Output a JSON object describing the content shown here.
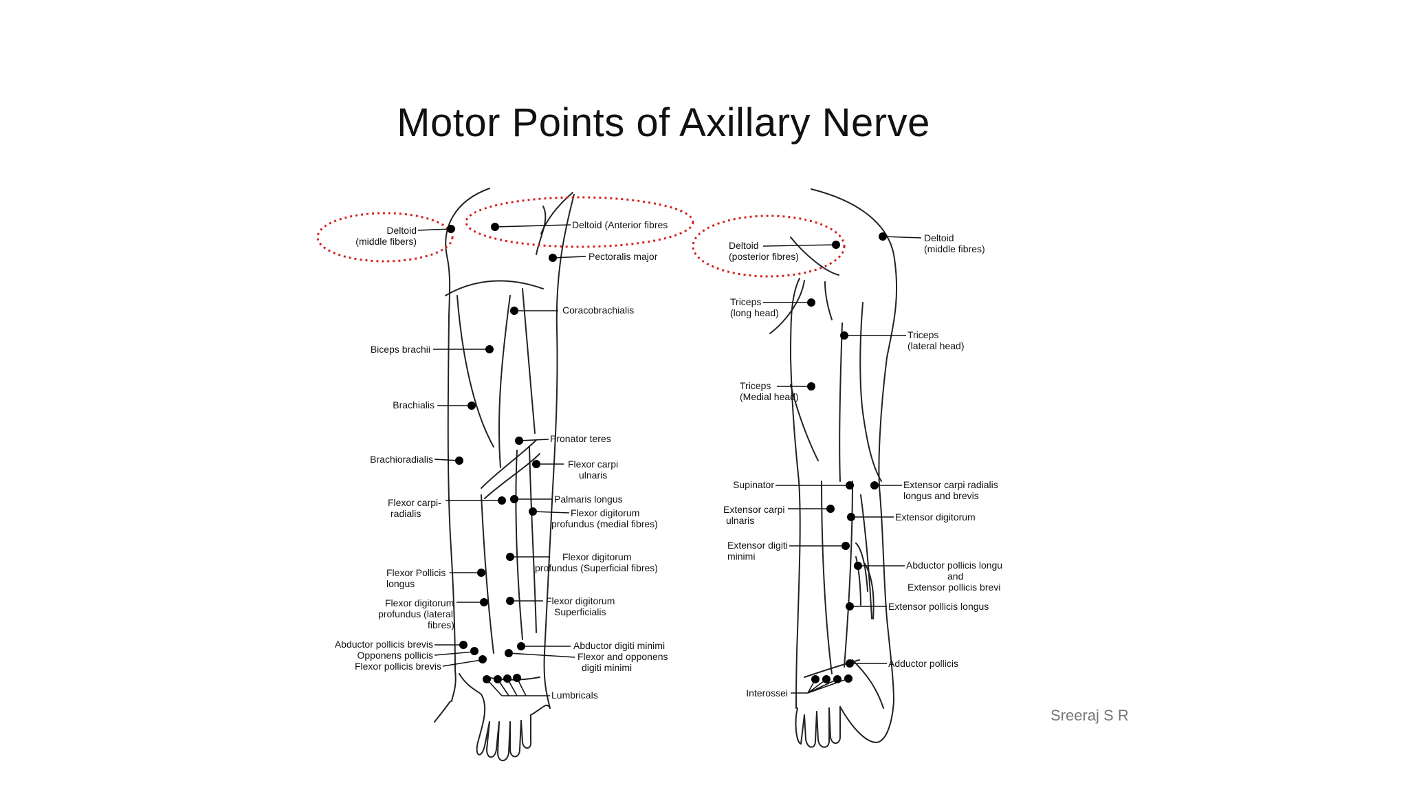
{
  "title": "Motor Points of Axillary Nerve",
  "credit": "Sreeraj S R",
  "colors": {
    "highlight": "#d42020",
    "lines": "#222222",
    "credit": "#777777"
  },
  "anterior": {
    "deltoid_middle": [
      "Deltoid",
      "(middle fibers)"
    ],
    "deltoid_anterior": [
      "Deltoid (Anterior fibres"
    ],
    "pectoralis_major": [
      "Pectoralis major"
    ],
    "coracobrachialis": [
      "Coracobrachialis"
    ],
    "biceps_brachii": [
      "Biceps brachii"
    ],
    "brachialis": [
      "Brachialis"
    ],
    "pronator_teres": [
      "Pronator teres"
    ],
    "brachioradialis": [
      "Brachioradialis"
    ],
    "flexor_carpi_ulnaris": [
      "Flexor carpi",
      "ulnaris"
    ],
    "flexor_carpi_radialis": [
      "Flexor carpi-",
      "radialis"
    ],
    "palmaris_longus": [
      "Palmaris longus"
    ],
    "fdp_medial": [
      "Flexor digitorum",
      "profundus (medial fibres)"
    ],
    "fdp_superficial": [
      "Flexor digitorum",
      "profundus (Superficial fibres)"
    ],
    "flexor_pollicis_longus": [
      "Flexor Pollicis",
      "longus"
    ],
    "fdp_lateral": [
      "Flexor digitorum",
      "profundus (lateral",
      "fibres)"
    ],
    "fds": [
      "Flexor digitorum",
      "Superficialis"
    ],
    "thenar": [
      "Abductor pollicis brevis",
      "Opponens pollicis",
      "Flexor pollicis brevis"
    ],
    "abductor_digiti_minimi": [
      "Abductor digiti minimi"
    ],
    "flexor_opponens_dm": [
      "Flexor and opponens",
      "digiti minimi"
    ],
    "lumbricals": [
      "Lumbricals"
    ]
  },
  "posterior": {
    "deltoid_posterior": [
      "Deltoid",
      "(posterior fibres)"
    ],
    "deltoid_middle": [
      "Deltoid",
      "(middle fibres)"
    ],
    "triceps_long": [
      "Triceps",
      "(long head)"
    ],
    "triceps_lateral": [
      "Triceps",
      "(lateral head)"
    ],
    "triceps_medial": [
      "Triceps",
      "(Medial head)"
    ],
    "supinator": [
      "Supinator"
    ],
    "ecrl": [
      "Extensor carpi radialis",
      "longus and brevis"
    ],
    "ecu": [
      "Extensor carpi",
      "ulnaris"
    ],
    "extensor_digitorum": [
      "Extensor digitorum"
    ],
    "edm": [
      "Extensor digiti",
      "minimi"
    ],
    "apl_epb": [
      "Abductor pollicis longu",
      "and",
      "Extensor pollicis brevi"
    ],
    "epl": [
      "Extensor pollicis longus"
    ],
    "adductor_pollicis": [
      "Adductor pollicis"
    ],
    "interossei": [
      "Interossei"
    ]
  }
}
